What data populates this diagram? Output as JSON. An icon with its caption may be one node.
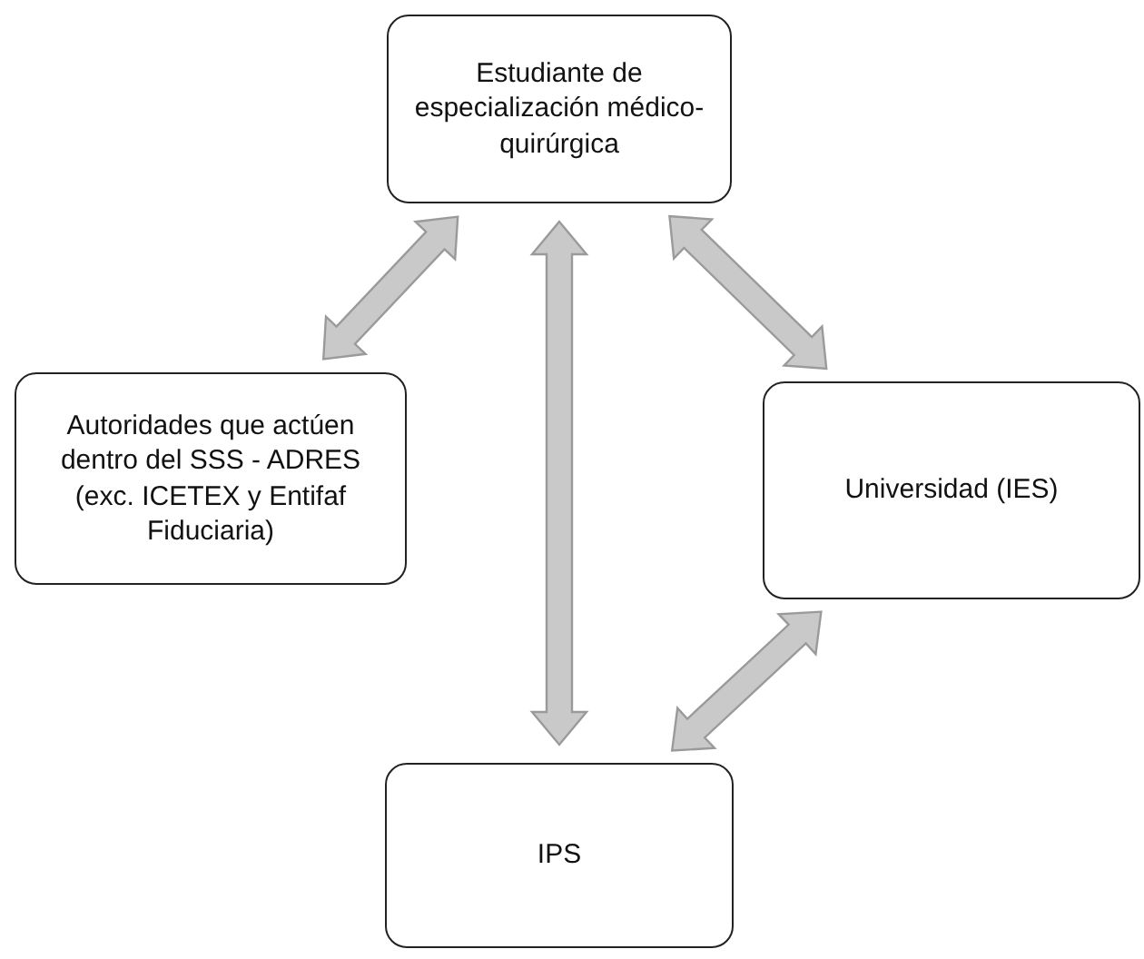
{
  "diagram": {
    "nodes": [
      {
        "text": [
          "Estudiante de especialización médico-quirúrgica"
        ]
      },
      {
        "text": [
          "Autoridades que actúen dentro del SSS - ADRES (exc. ICETEX y Entifaf Fiduciaria)"
        ]
      },
      {
        "text": [
          "Universidad (IES)"
        ]
      },
      {
        "text": [
          "IPS"
        ]
      }
    ],
    "edges": [
      {
        "from": 0,
        "to": 1,
        "arrow": "both"
      },
      {
        "from": 0,
        "to": 3,
        "arrow": "both"
      },
      {
        "from": 0,
        "to": 2,
        "arrow": "both"
      },
      {
        "from": 2,
        "to": 3,
        "arrow": "both"
      }
    ]
  }
}
